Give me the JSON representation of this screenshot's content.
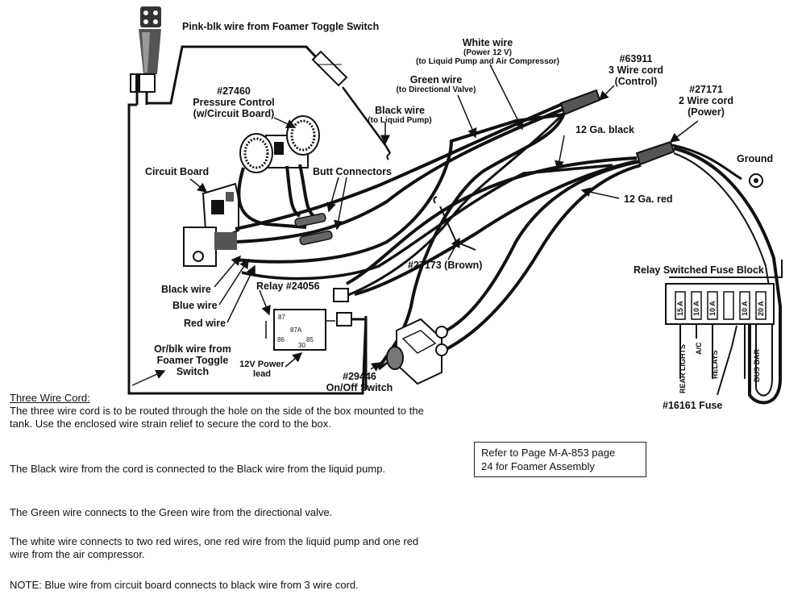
{
  "labels": {
    "pink_blk": "Pink-blk wire from Foamer Toggle Switch",
    "white_wire_title": "White wire",
    "white_wire_sub1": "(Power 12 V)",
    "white_wire_sub2": "(to Liquid Pump and Air Compressor)",
    "cord63911_num": "#63911",
    "cord63911_l1": "3 Wire cord",
    "cord63911_l2": "(Control)",
    "pressure_num": "#27460",
    "pressure_l1": "Pressure Control",
    "pressure_l2": "(w/Circuit Board)",
    "green_wire_title": "Green wire",
    "green_wire_sub": "(to Directional Valve)",
    "cord27171_num": "#27171",
    "cord27171_l1": "2 Wire cord",
    "cord27171_l2": "(Power)",
    "black_wire_title": "Black wire",
    "black_wire_sub": "(to Liquid Pump)",
    "ga12_black": "12 Ga. black",
    "ground": "Ground",
    "circuit_board": "Circuit Board",
    "butt_connectors": "Butt Connectors",
    "ga12_red": "12 Ga. red",
    "p27173": "#27173 (Brown)",
    "relay_block": "Relay Switched Fuse Block",
    "black_wire_cb": "Black wire",
    "relay_num": "Relay #24056",
    "blue_wire": "Blue wire",
    "red_wire": "Red wire",
    "orblk_l1": "Or/blk wire from",
    "orblk_l2": "Foamer Toggle",
    "orblk_l3": "Switch",
    "power_lead_l1": "12V Power",
    "power_lead_l2": "lead",
    "onoff_num": "#29446",
    "onoff_l1": "On/Off Switch",
    "fuse16161": "#16161 Fuse"
  },
  "relay_pins": {
    "p87": "87",
    "p87a": "87A",
    "p86": "86",
    "p85": "85",
    "p30": "30"
  },
  "fuse_block": {
    "ratings": [
      "15 A",
      "10 A",
      "10 A",
      "",
      "10 A",
      "20 A"
    ],
    "labels": [
      "REAR LIGHTS",
      "A/C",
      "RELAYS",
      "BUS BAR"
    ]
  },
  "notes": {
    "heading": "Three Wire Cord:",
    "p1": "The three wire cord is to be routed through the hole on the side of the box mounted to the tank.  Use the enclosed wire strain relief to secure the cord to the box.",
    "p2": "The Black wire from the cord is connected to the Black wire from the liquid pump.",
    "p3": "The Green wire connects to the Green wire from the directional valve.",
    "p4": "The white wire connects to two red wires, one red wire from the liquid pump and one red wire from the air compressor.",
    "p5": "NOTE:  Blue wire from circuit board connects to black wire from 3 wire cord."
  },
  "reference": {
    "line1": "Refer to Page M-A-853 page",
    "line2": "24 for Foamer Assembly"
  }
}
